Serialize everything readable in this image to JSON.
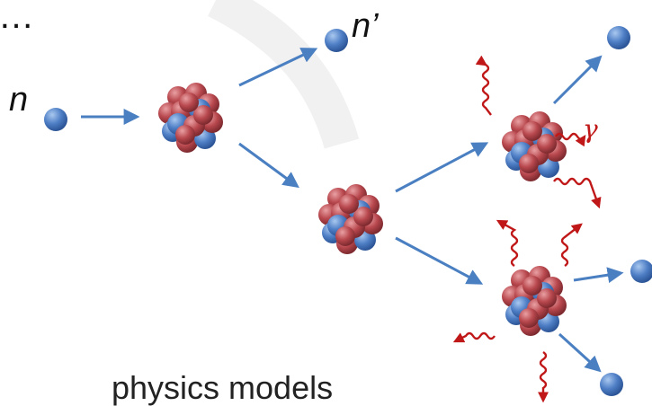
{
  "text": {
    "ellipsis": "…",
    "incoming_neutron": "n",
    "scattered_neutron": "n’",
    "gamma_symbol": "γ",
    "caption": "physics models"
  },
  "colors": {
    "arrow": "#4a7fc1",
    "gamma": "#c01818",
    "nucleon_red": "#b8484e",
    "nucleon_blue": "#4f7fc6",
    "text": "#111111"
  },
  "icons": {
    "neutron": "blue-sphere",
    "nucleus": "red-blue-sphere-cluster",
    "gamma_ray": "red-wavy-arrow"
  }
}
